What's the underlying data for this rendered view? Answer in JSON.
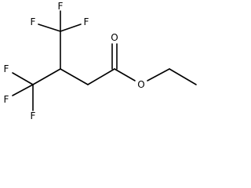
{
  "molecule": {
    "atoms": {
      "f_top_left": "F",
      "f_top_center": "F",
      "f_top_right": "F",
      "f_left_upper": "F",
      "f_left_lower": "F",
      "f_bottom": "F",
      "o_carbonyl": "O",
      "o_ester": "O"
    }
  }
}
